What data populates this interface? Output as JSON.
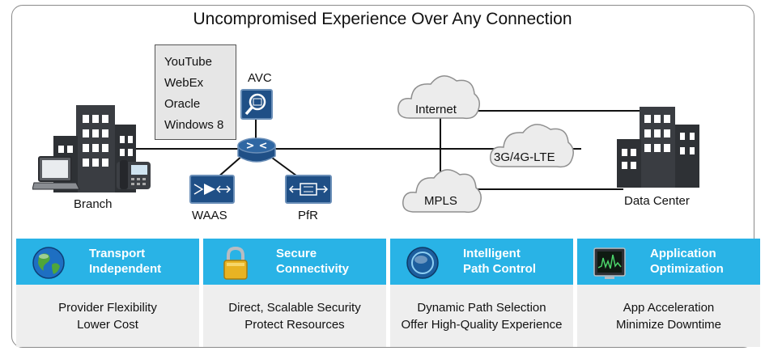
{
  "title": "Uncompromised Experience Over Any Connection",
  "apps": [
    "YouTube",
    "WebEx",
    "Oracle",
    "Windows 8"
  ],
  "labels": {
    "avc": "AVC",
    "branch": "Branch",
    "waas": "WAAS",
    "pfr": "PfR",
    "internet": "Internet",
    "lte": "3G/4G-LTE",
    "mpls": "MPLS",
    "datacenter": "Data Center"
  },
  "panels": [
    {
      "title": "Transport\nIndependent",
      "line1": "Provider Flexibility",
      "line2": "Lower Cost",
      "icon": "globe-icon"
    },
    {
      "title": "Secure\nConnectivity",
      "line1": "Direct, Scalable Security",
      "line2": "Protect Resources",
      "icon": "padlock-icon"
    },
    {
      "title": "Intelligent\nPath Control",
      "line1": "Dynamic Path Selection",
      "line2": "Offer High-Quality Experience",
      "icon": "path-control-icon"
    },
    {
      "title": "Application\nOptimization",
      "line1": "App Acceleration",
      "line2": "Minimize Downtime",
      "icon": "monitor-chart-icon"
    }
  ],
  "colors": {
    "panel_header": "#29b3e6",
    "panel_body": "#eeeeee",
    "device_blue": "#1f4f86",
    "building": "#3a3d42"
  }
}
